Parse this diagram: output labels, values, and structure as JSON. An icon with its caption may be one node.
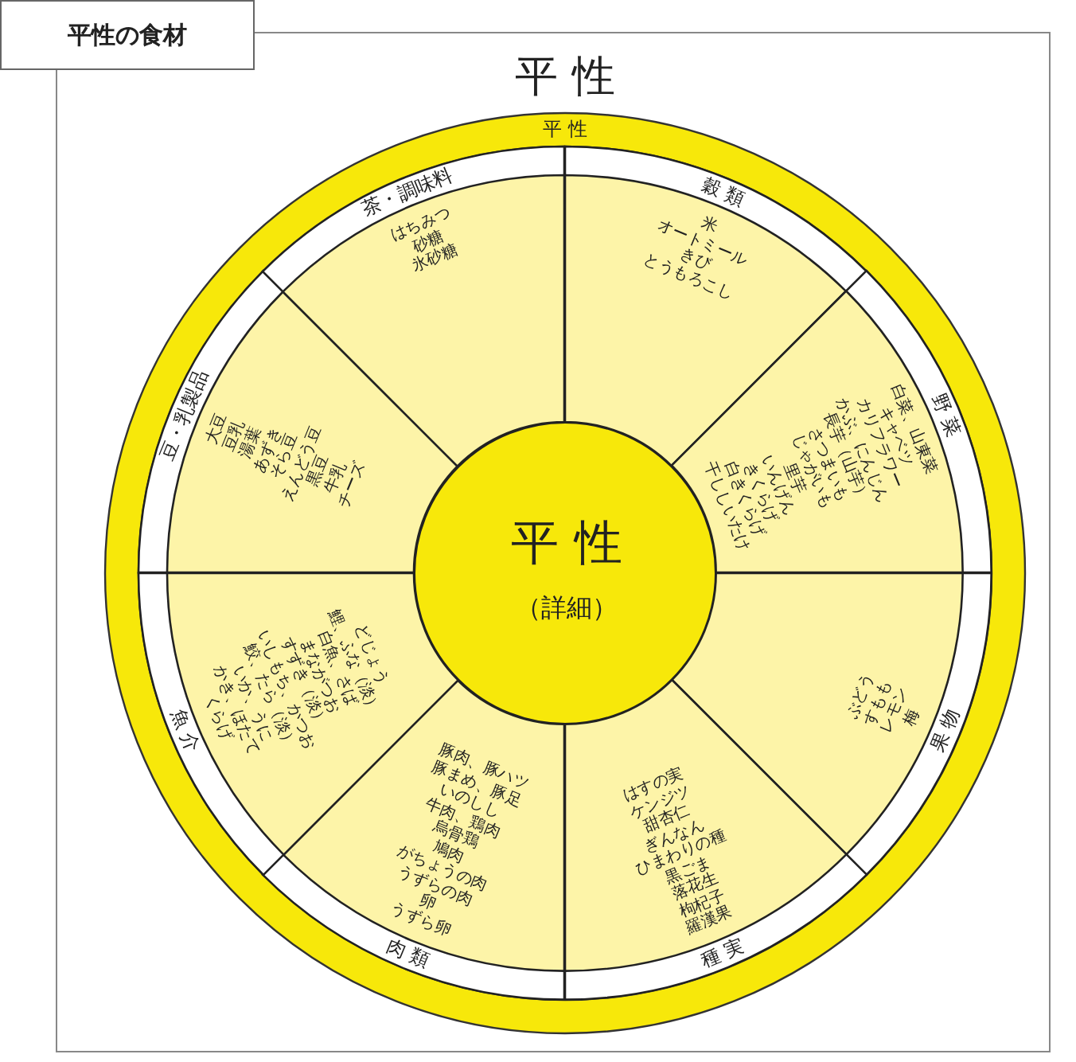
{
  "diagram": {
    "title": "平性の食材",
    "labels": [
      "平 性"
    ],
    "nodes": [
      {
        "text": [
          "平 性"
        ]
      },
      {
        "text": [
          "穀 類",
          "米",
          "オートミール",
          "きび",
          "とうもろこし"
        ],
        "in": 0
      },
      {
        "text": [
          "野 菜",
          "白菜、山東菜",
          "キャベツ",
          "カリフラワー",
          "かぶ、にんじん",
          "長芋（山芋）",
          "さつまいも",
          "じゃがいも",
          "里芋",
          "いんげん",
          "きくらげ",
          "白きくらげ",
          "干ししいたけ"
        ],
        "in": 0
      },
      {
        "text": [
          "果 物",
          "ぶどう",
          "すもも",
          "レモン",
          "梅"
        ],
        "in": 0
      },
      {
        "text": [
          "種 実",
          "はすの実",
          "ケンジツ",
          "甜杏仁",
          "ぎんなん",
          "ひまわりの種",
          "黒ごま",
          "落花生",
          "枸杞子",
          "羅漢果"
        ],
        "in": 0
      },
      {
        "text": [
          "肉 類",
          "豚肉、豚ハツ",
          "豚まめ、豚足",
          "いのしし",
          "牛肉、鶏肉",
          "烏骨鶏",
          "鳩肉",
          "がちょうの肉",
          "うずらの肉",
          "卵",
          "うずら卵"
        ],
        "in": 0
      },
      {
        "text": [
          "魚 介",
          "どじょう",
          "鯉、ふな（淡）",
          "白魚、さば",
          "まながつお",
          "すずき（淡）",
          "いしもち、かつお",
          "鮫、たら（淡）",
          "いか、うに",
          "かき、ほたて",
          "くらげ"
        ],
        "in": 0
      },
      {
        "text": [
          "豆・乳製品",
          "大豆",
          "豆乳",
          "湯葉",
          "あずき",
          "そら豆",
          "えんどう豆",
          "黒豆",
          "牛乳",
          "チーズ"
        ],
        "in": 0
      },
      {
        "text": [
          "茶・調味料",
          "はちみつ",
          "砂糖",
          "氷砂糖"
        ],
        "in": 0
      },
      {
        "text": [
          "平 性",
          "（詳細）"
        ],
        "in": 0
      }
    ]
  }
}
